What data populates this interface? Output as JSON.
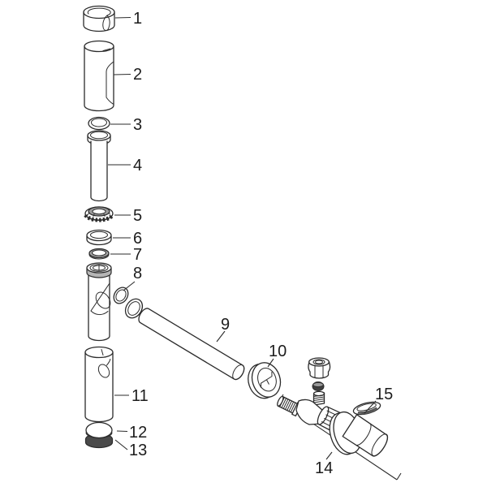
{
  "diagram": {
    "kind": "exploded-parts-diagram",
    "background": "#ffffff",
    "line_color": "#2b2b2b",
    "label_color": "#1c1c1c",
    "shade_dark": "#4a4a4a",
    "shade_mid": "#9a9a9a",
    "shade_light": "#d9d9d9",
    "callouts": [
      {
        "number": "1",
        "part": "split-collar-ring"
      },
      {
        "number": "2",
        "part": "cover-sleeve"
      },
      {
        "number": "3",
        "part": "o-ring"
      },
      {
        "number": "4",
        "part": "flanged-extension-tube"
      },
      {
        "number": "5",
        "part": "knurled-flange-nut"
      },
      {
        "number": "6",
        "part": "bevel-ring"
      },
      {
        "number": "7",
        "part": "seal-ring"
      },
      {
        "number": "8",
        "part": "side-outlet-o-ring"
      },
      {
        "number": "9",
        "part": "outlet-pipe"
      },
      {
        "number": "10",
        "part": "wall-flange"
      },
      {
        "number": "11",
        "part": "trap-cup"
      },
      {
        "number": "12",
        "part": "base-cap"
      },
      {
        "number": "13",
        "part": "base-seal-ring"
      },
      {
        "number": "14",
        "part": "angle-valve-assembly"
      },
      {
        "number": "15",
        "part": "valve-handle"
      }
    ]
  }
}
